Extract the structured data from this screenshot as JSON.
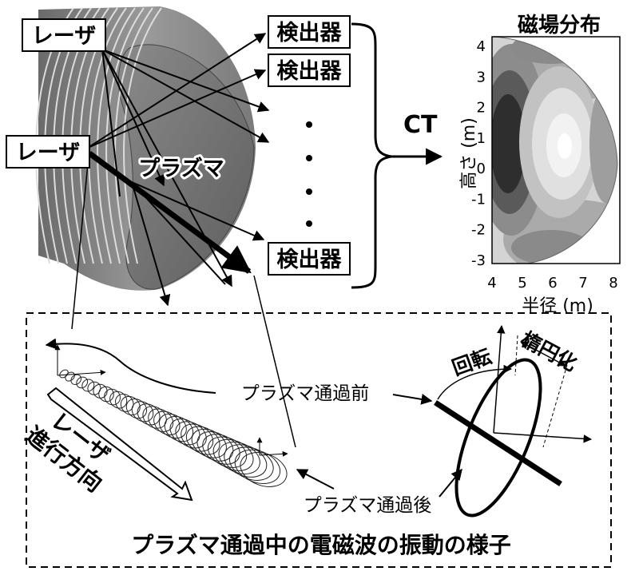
{
  "labels": {
    "laser_top": "レーザ",
    "laser_mid": "レーザ",
    "plasma": "プラズマ",
    "detector_1": "検出器",
    "detector_2": "検出器",
    "detector_3": "検出器",
    "ct": "CT",
    "field_title": "磁場分布",
    "x_axis_label": "半径 (m)",
    "y_axis_label": "高さ (m)",
    "before_passage": "プラズマ通過前",
    "after_passage": "プラズマ通過後",
    "laser_direction_line1": "レーザ",
    "laser_direction_line2": "進行方向",
    "rotation": "回転",
    "ellipticity": "楕円化",
    "bottom_caption": "プラズマ通過中の電磁波の振動の様子"
  },
  "plot": {
    "x_ticks": [
      "4",
      "5",
      "6",
      "7",
      "8"
    ],
    "y_ticks": [
      "4",
      "3",
      "2",
      "1",
      "0",
      "-1",
      "-2",
      "-3"
    ]
  }
}
